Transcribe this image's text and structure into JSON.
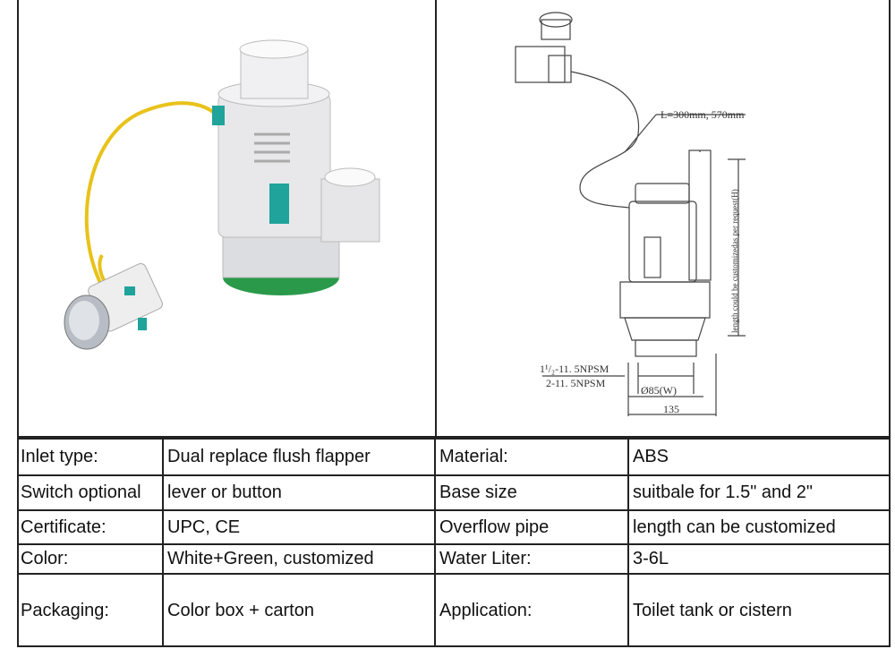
{
  "drawing": {
    "cable_length_label": "L=300mm, 570mm",
    "height_note": "length could be customizedas per request(H)",
    "thread_label_1": "1¹/₂-11. 5NPSM",
    "thread_label_2": "2-11. 5NPSM",
    "diameter_label": "Ø85(W)",
    "width_label": "135"
  },
  "colors": {
    "body": "#e8e8ea",
    "accent_teal": "#1fa39a",
    "seal_green": "#2a9a4a",
    "cable_yellow": "#e8c21a",
    "button_chrome": "#b8bcc4"
  },
  "specs": [
    {
      "label": "Inlet type:",
      "value": "Dual replace flush flapper",
      "label2": "Material:",
      "value2": "ABS"
    },
    {
      "label": "Switch optional",
      "value": "lever or button",
      "label2": "Base size",
      "value2": "suitbale for 1.5\" and 2\""
    },
    {
      "label": "Certificate:",
      "value": "UPC, CE",
      "label2": "Overflow pipe",
      "value2": "length can be customized"
    },
    {
      "label": "Color:",
      "value": "White+Green, customized",
      "label2": "Water Liter:",
      "value2": "3-6L"
    },
    {
      "label": "Packaging:",
      "value": "Color box + carton",
      "label2": "Application:",
      "value2": "Toilet tank or cistern"
    }
  ]
}
